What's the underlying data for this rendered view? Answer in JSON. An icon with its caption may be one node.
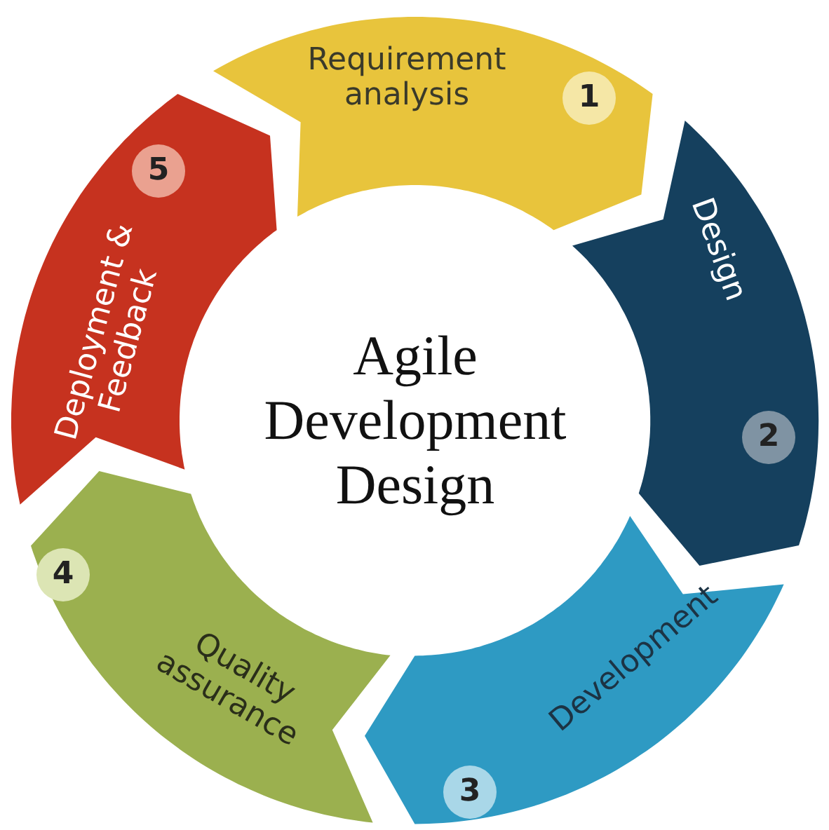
{
  "diagram": {
    "nodes": [
      {
        "text": [
          "Requirement analysis",
          "1"
        ]
      },
      {
        "text": [
          "Design",
          "2"
        ]
      },
      {
        "text": [
          "Development",
          "3"
        ]
      },
      {
        "text": [
          "Quality assurance",
          "4"
        ]
      },
      {
        "text": [
          "Deployment & Feedback",
          "5"
        ]
      },
      {
        "text": [
          "Agile Development Design"
        ]
      }
    ]
  }
}
